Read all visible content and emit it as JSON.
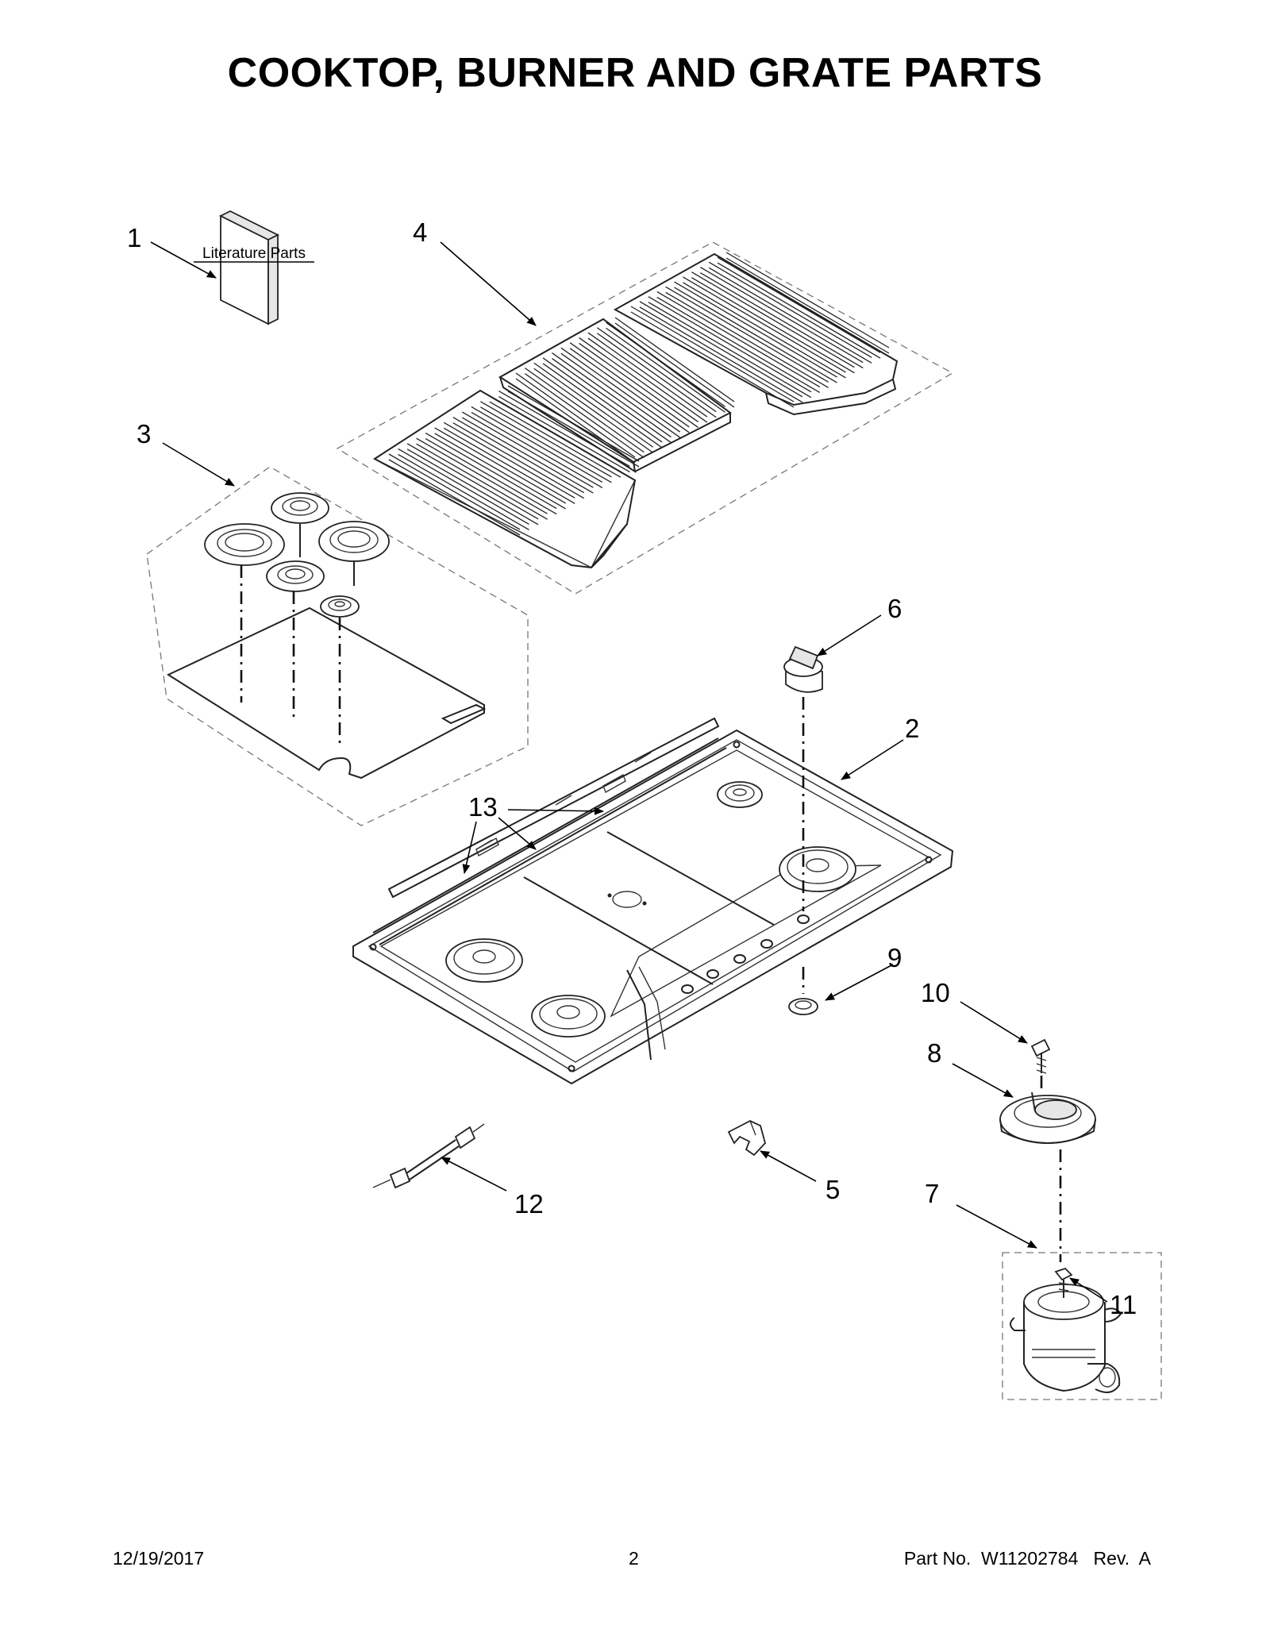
{
  "title": "COOKTOP, BURNER AND GRATE PARTS",
  "literature_label": "Literature Parts",
  "callouts": {
    "c1": "1",
    "c2": "2",
    "c3": "3",
    "c4": "4",
    "c5": "5",
    "c6": "6",
    "c7": "7",
    "c8": "8",
    "c9": "9",
    "c10": "10",
    "c11": "11",
    "c12": "12",
    "c13": "13"
  },
  "footer": {
    "date": "12/19/2017",
    "page": "2",
    "part": "Part No.  W11202784   Rev.  A"
  }
}
